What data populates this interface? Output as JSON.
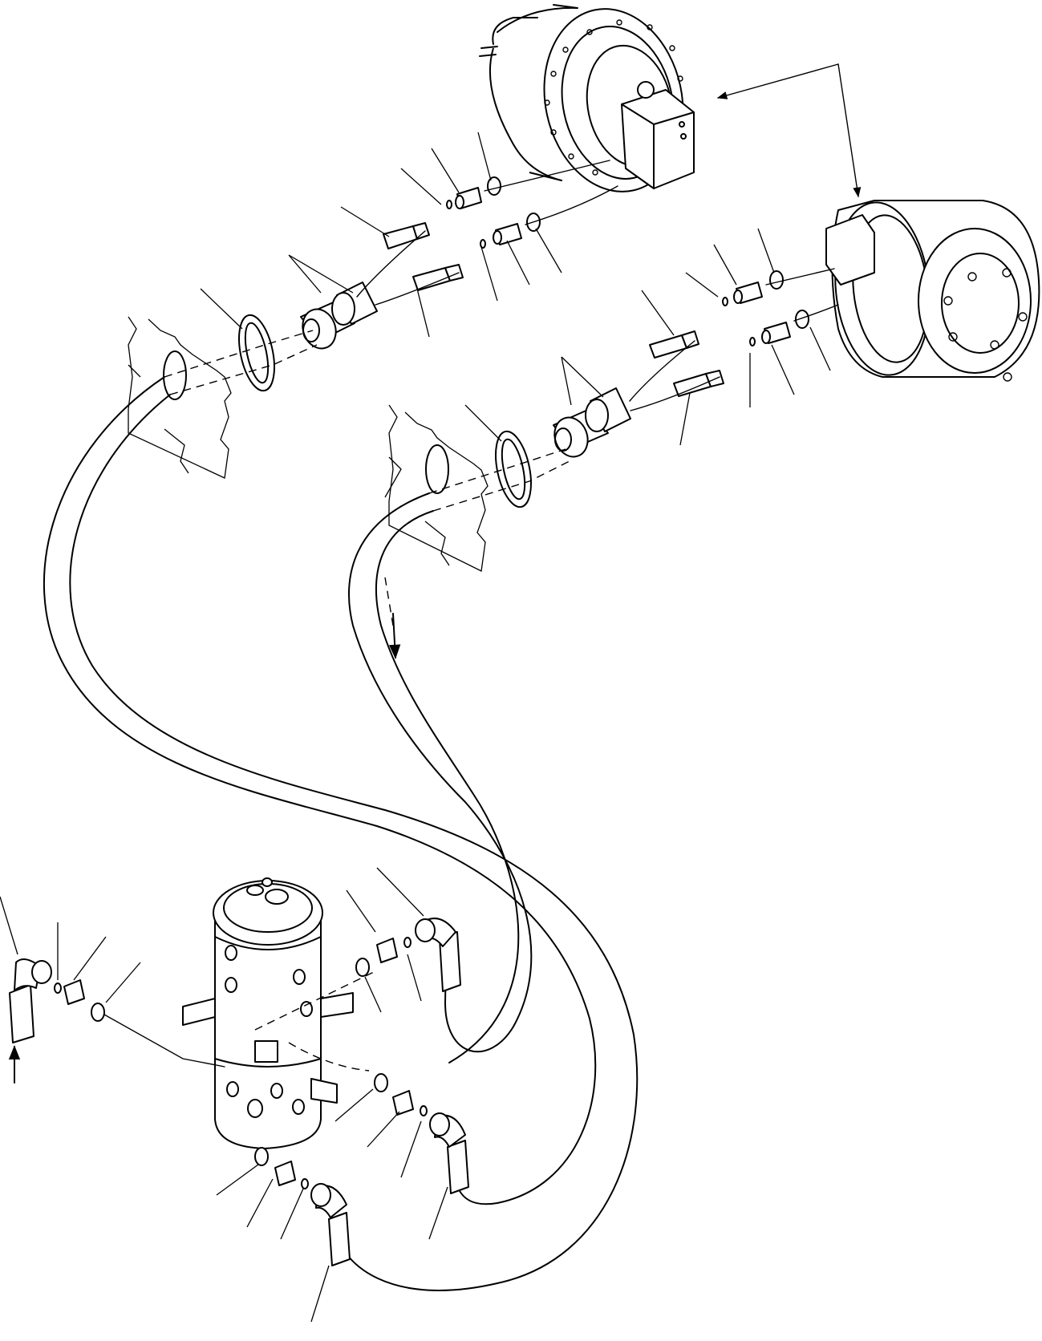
{
  "diagram": {
    "title": "",
    "parts": [
      {
        "id": "travel-motor-left",
        "icon": "travel-motor"
      },
      {
        "id": "travel-motor-right",
        "icon": "travel-motor"
      },
      {
        "id": "swivel-joint",
        "icon": "swivel-joint"
      },
      {
        "id": "hose-left-loop",
        "icon": "hydraulic-hose"
      },
      {
        "id": "hose-right-loop",
        "icon": "hydraulic-hose"
      },
      {
        "id": "frame-panel-left",
        "icon": "frame-wall"
      },
      {
        "id": "frame-panel-right",
        "icon": "frame-wall"
      }
    ],
    "callout_labels_visible": false,
    "flow_arrows": [
      {
        "id": "motor-pointer",
        "icon": "arrow"
      },
      {
        "id": "hose-direction",
        "icon": "arrow"
      },
      {
        "id": "inlet-direction",
        "icon": "arrow"
      }
    ]
  }
}
